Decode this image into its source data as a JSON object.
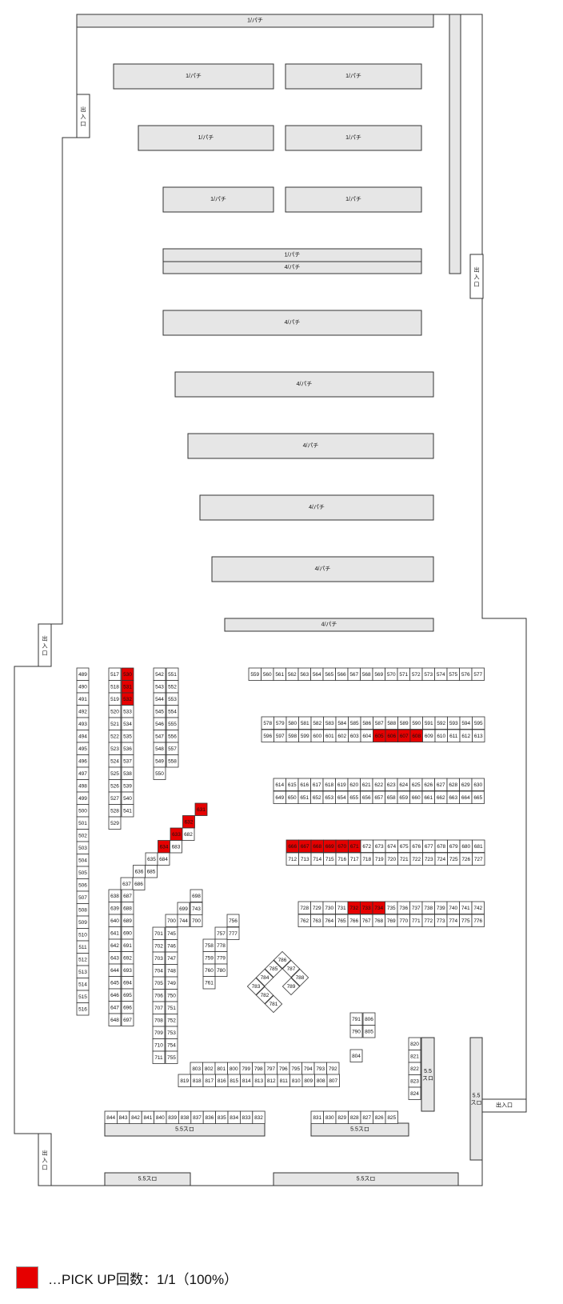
{
  "colors": {
    "pickup": "#e60000",
    "zone_fill": "#e6e6e6",
    "line": "#333333",
    "machine_fill": "#ffffff"
  },
  "labels": {
    "one_pachi": "1/パチ",
    "four_pachi": "4/パチ",
    "slot55": "5.5スロ",
    "slot55_vertical": [
      "5.5",
      "スロ"
    ],
    "entrance": "出入口"
  },
  "legend": {
    "swatch_color": "#e60000",
    "text": "…PICK UP回数：1/1（100%）"
  },
  "pickup": [
    530,
    531,
    532,
    631,
    632,
    633,
    634,
    605,
    606,
    607,
    608,
    666,
    667,
    668,
    669,
    670,
    671,
    732,
    733,
    734
  ],
  "machines": {
    "col_489": [
      489,
      490,
      491,
      492,
      493,
      494,
      495,
      496,
      497,
      498,
      499,
      500,
      501,
      502,
      503,
      504,
      505,
      506,
      507,
      508,
      509,
      510,
      511,
      512,
      513,
      514,
      515,
      516
    ],
    "col_517": [
      517,
      518,
      519,
      520,
      521,
      522,
      523,
      524,
      525,
      526,
      527,
      528,
      529
    ],
    "col_530": [
      530,
      531,
      532,
      533,
      534,
      535,
      536,
      537,
      538,
      539,
      540,
      541
    ],
    "col_542": [
      542,
      543,
      544,
      545,
      546,
      547,
      548,
      549,
      550
    ],
    "col_551": [
      551,
      552,
      553,
      554,
      555,
      556,
      557,
      558
    ],
    "row_559": [
      559,
      560,
      561,
      562,
      563,
      564,
      565,
      566,
      567,
      568,
      569,
      570,
      571,
      572,
      573,
      574,
      575,
      576,
      577
    ],
    "row_578": [
      578,
      579,
      580,
      581,
      582,
      583,
      584,
      585,
      586,
      587,
      588,
      589,
      590,
      591,
      592,
      593,
      594,
      595
    ],
    "row_596": [
      596,
      597,
      598,
      599,
      600,
      601,
      602,
      603,
      604,
      605,
      606,
      607,
      608,
      609,
      610,
      611,
      612,
      613
    ],
    "row_614": [
      614,
      615,
      616,
      617,
      618,
      619,
      620,
      621,
      622,
      623,
      624,
      625,
      626,
      627,
      628,
      629,
      630
    ],
    "row_649": [
      649,
      650,
      651,
      652,
      653,
      654,
      655,
      656,
      657,
      658,
      659,
      660,
      661,
      662,
      663,
      664,
      665
    ],
    "row_666": [
      666,
      667,
      668,
      669,
      670,
      671,
      672,
      673,
      674,
      675,
      676,
      677,
      678,
      679,
      680,
      681
    ],
    "row_712": [
      712,
      713,
      714,
      715,
      716,
      717,
      718,
      719,
      720,
      721,
      722,
      723,
      724,
      725,
      726,
      727
    ],
    "row_728": [
      728,
      729,
      730,
      731,
      732,
      733,
      734,
      735,
      736,
      737,
      738,
      739,
      740,
      741,
      742
    ],
    "row_762": [
      762,
      763,
      764,
      765,
      766,
      767,
      768,
      769,
      770,
      771,
      772,
      773,
      774,
      775,
      776
    ],
    "diag_upper": [
      631,
      632,
      633,
      634,
      635,
      636,
      637
    ],
    "diag_lower": [
      682,
      683,
      684,
      685,
      686
    ],
    "col_638": [
      638,
      639,
      640,
      641,
      642,
      643,
      644,
      645,
      646,
      647,
      648
    ],
    "col_687": [
      687,
      688,
      689,
      690,
      691,
      692,
      693,
      694,
      695,
      696,
      697
    ],
    "col_698": [
      698,
      699,
      700
    ],
    "col_743": [
      743,
      744
    ],
    "col_701": [
      701,
      702,
      703,
      704,
      705,
      706,
      707,
      708,
      709,
      710,
      711
    ],
    "col_745": [
      745,
      746,
      747,
      748,
      749,
      750,
      751,
      752,
      753,
      754,
      755
    ],
    "col_756": [
      756,
      757,
      758,
      759,
      760,
      761
    ],
    "col_777": [
      777,
      778,
      779,
      780
    ],
    "diamond": [
      781,
      782,
      783,
      784,
      785,
      786,
      787,
      788,
      789
    ],
    "pair_791": [
      791,
      790
    ],
    "pair_806": [
      806,
      805
    ],
    "single_804": [
      804
    ],
    "col_820": [
      820,
      821,
      822,
      823,
      824
    ],
    "row_803": [
      803,
      802,
      801,
      800,
      799,
      798,
      797,
      796,
      795,
      794,
      793,
      792
    ],
    "row_819": [
      819,
      818,
      817,
      816,
      815,
      814,
      813,
      812,
      811,
      810,
      809,
      808,
      807
    ],
    "row_844": [
      844,
      843,
      842,
      841,
      840,
      839,
      838,
      837,
      836,
      835,
      834,
      833,
      832
    ],
    "row_831": [
      831,
      830,
      829,
      828,
      827,
      826,
      825
    ]
  }
}
